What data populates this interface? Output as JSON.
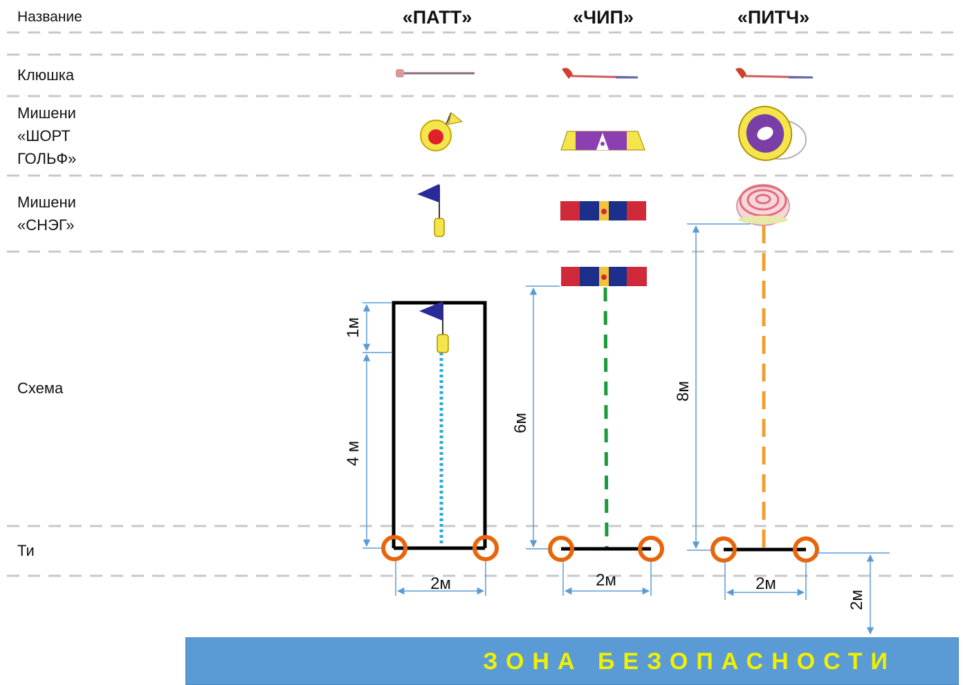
{
  "rows": {
    "name": "Название",
    "club": "Клюшка",
    "targets_short_golf": [
      "Мишени",
      "«ШОРТ",
      "ГОЛЬФ»"
    ],
    "targets_sneg": [
      "Мишени",
      "«СНЭГ»"
    ],
    "scheme": "Схема",
    "tee": "Ти"
  },
  "columns": [
    "«ПАТТ»",
    "«ЧИП»",
    "«ПИТЧ»"
  ],
  "dimensions": {
    "patt_1": "1м",
    "patt_4": "4 м",
    "chip_6": "6м",
    "pitch_8": "8м",
    "patt_width": "2м",
    "chip_width": "2м",
    "pitch_width": "2м",
    "safety_gap": "2м"
  },
  "safety_zone": "ЗОНА БЕЗОПАСНОСТИ",
  "colors": {
    "tee_ring": "#e8650a",
    "patt_line": "#29a8e0",
    "chip_line": "#1a9a3a",
    "pitch_line": "#f0a030",
    "dimension": "#5b9bd5",
    "zone": "#5b9bd5",
    "zone_text": "#f0f000"
  }
}
